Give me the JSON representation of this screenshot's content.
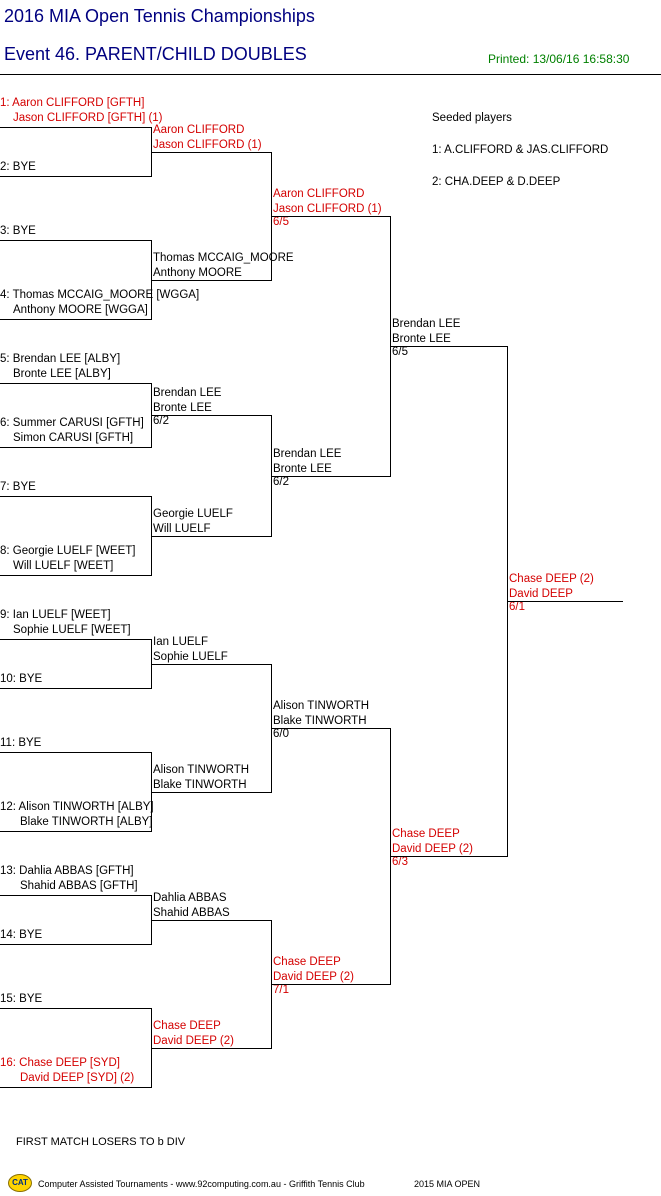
{
  "header": {
    "title": "2016 MIA Open Tennis Championships",
    "event": "Event 46. PARENT/CHILD DOUBLES",
    "printed": "Printed: 13/06/16 16:58:30"
  },
  "seeds": {
    "heading": "Seeded players",
    "items": [
      "1: A.CLIFFORD & JAS.CLIFFORD",
      "2: CHA.DEEP & D.DEEP"
    ]
  },
  "colors": {
    "seeded": "#d40000",
    "title": "#000080",
    "printed": "#008000"
  },
  "round1": [
    {
      "p1": "1: Aaron CLIFFORD [GFTH]",
      "p2": "Jason CLIFFORD [GFTH] (1)",
      "seeded": true
    },
    {
      "p1": "2: BYE",
      "p2": "",
      "seeded": false
    },
    {
      "p1": "3: BYE",
      "p2": "",
      "seeded": false
    },
    {
      "p1": "4: Thomas MCCAIG_MOORE [WGGA]",
      "p2": "Anthony MOORE [WGGA]",
      "seeded": false
    },
    {
      "p1": "5: Brendan LEE [ALBY]",
      "p2": "Bronte LEE [ALBY]",
      "seeded": false
    },
    {
      "p1": "6: Summer CARUSI [GFTH]",
      "p2": "Simon CARUSI [GFTH]",
      "seeded": false
    },
    {
      "p1": "7: BYE",
      "p2": "",
      "seeded": false
    },
    {
      "p1": "8: Georgie LUELF [WEET]",
      "p2": "Will LUELF [WEET]",
      "seeded": false
    },
    {
      "p1": "9: Ian LUELF [WEET]",
      "p2": "Sophie LUELF [WEET]",
      "seeded": false
    },
    {
      "p1": "10: BYE",
      "p2": "",
      "seeded": false
    },
    {
      "p1": "11: BYE",
      "p2": "",
      "seeded": false
    },
    {
      "p1": "12: Alison TINWORTH [ALBY]",
      "p2": "Blake TINWORTH [ALBY]",
      "seeded": false
    },
    {
      "p1": "13: Dahlia ABBAS [GFTH]",
      "p2": "Shahid ABBAS [GFTH]",
      "seeded": false
    },
    {
      "p1": "14: BYE",
      "p2": "",
      "seeded": false
    },
    {
      "p1": "15: BYE",
      "p2": "",
      "seeded": false
    },
    {
      "p1": "16: Chase DEEP [SYD]",
      "p2": "David DEEP [SYD] (2)",
      "seeded": true
    }
  ],
  "round2": [
    {
      "p1": "Aaron CLIFFORD",
      "p2": "Jason CLIFFORD (1)",
      "score": "",
      "seeded": true
    },
    {
      "p1": "Thomas MCCAIG_MOORE",
      "p2": "Anthony MOORE",
      "score": "",
      "seeded": false
    },
    {
      "p1": "Brendan LEE",
      "p2": "Bronte LEE",
      "score": "6/2",
      "seeded": false
    },
    {
      "p1": "Georgie LUELF",
      "p2": "Will LUELF",
      "score": "",
      "seeded": false
    },
    {
      "p1": "Ian LUELF",
      "p2": "Sophie LUELF",
      "score": "",
      "seeded": false
    },
    {
      "p1": "Alison TINWORTH",
      "p2": "Blake TINWORTH",
      "score": "",
      "seeded": false
    },
    {
      "p1": "Dahlia ABBAS",
      "p2": "Shahid ABBAS",
      "score": "",
      "seeded": false
    },
    {
      "p1": "Chase DEEP",
      "p2": "David DEEP (2)",
      "score": "",
      "seeded": true
    }
  ],
  "round3": [
    {
      "p1": "Aaron CLIFFORD",
      "p2": "Jason CLIFFORD (1)",
      "score": "6/5",
      "seeded": true
    },
    {
      "p1": "Brendan LEE",
      "p2": "Bronte LEE",
      "score": "6/2",
      "seeded": false
    },
    {
      "p1": "Alison TINWORTH",
      "p2": "Blake TINWORTH",
      "score": "6/0",
      "seeded": false
    },
    {
      "p1": "Chase DEEP",
      "p2": "David DEEP (2)",
      "score": "7/1",
      "seeded": true
    }
  ],
  "round4": [
    {
      "p1": "Brendan LEE",
      "p2": "Bronte LEE",
      "score": "6/5",
      "seeded": false
    },
    {
      "p1": "Chase DEEP",
      "p2": "David DEEP (2)",
      "score": "6/3",
      "seeded": true
    }
  ],
  "final": {
    "p1": "Chase DEEP (2)",
    "p2": "David DEEP",
    "score": "6/1",
    "seeded": true
  },
  "note": "FIRST MATCH LOSERS TO b DIV",
  "footer": {
    "logo": "CAT",
    "credit": "Computer Assisted Tournaments - www.92computing.com.au -  Griffith Tennis Club",
    "tournament": "2015 MIA OPEN"
  }
}
